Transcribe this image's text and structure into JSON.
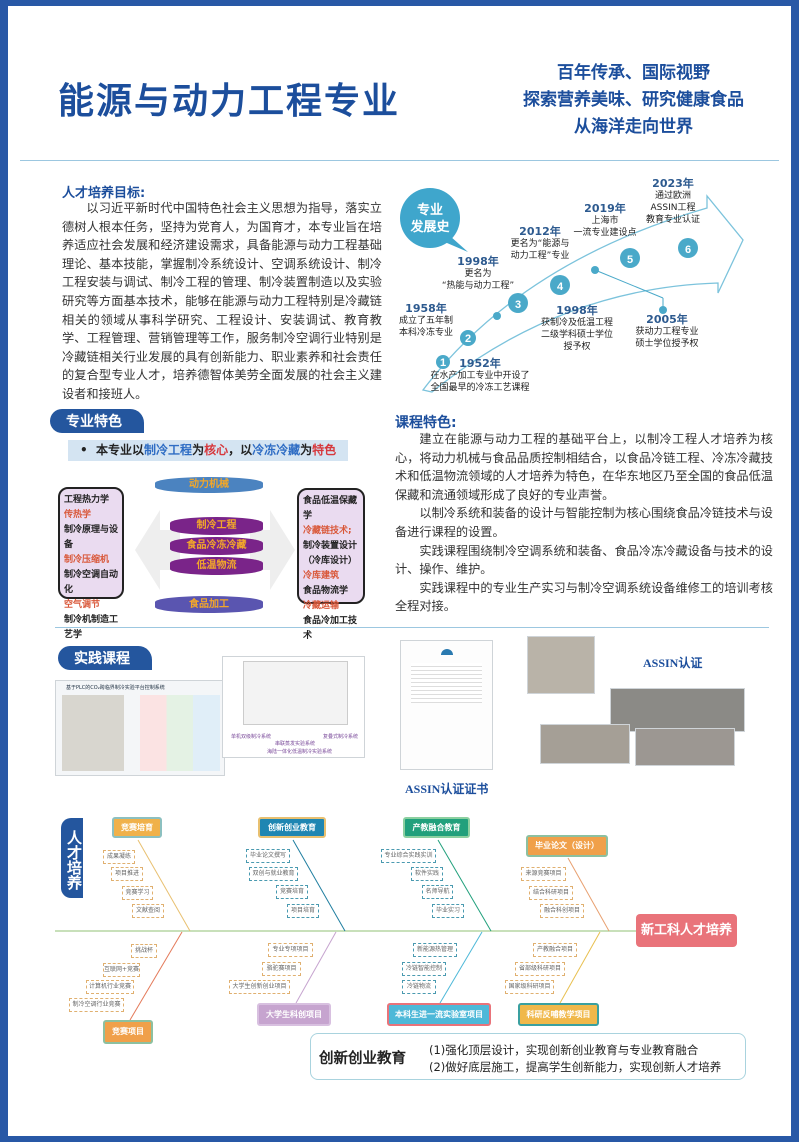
{
  "header": {
    "title": "能源与动力工程专业",
    "slogans": [
      "百年传承、国际视野",
      "探索营养美味、研究健康食品",
      "从海洋走向世界"
    ]
  },
  "goal": {
    "heading": "人才培养目标:",
    "text": "以习近平新时代中国特色社会主义思想为指导，落实立德树人根本任务，坚持为党育人，为国育才，本专业旨在培养适应社会发展和经济建设需求，具备能源与动力工程基础理论、基本技能，掌握制冷系统设计、空调系统设计、制冷工程安装与调试、制冷工程的管理、制冷装置制造以及实验研究等方面基本技术，能够在能源与动力工程特别是冷藏链相关的领域从事科学研究、工程设计、安装调试、教育教学、工程管理、营销管理等工作，服务制冷空调行业特别是冷藏链相关行业发展的具有创新能力、职业素养和社会责任的复合型专业人才，培养德智体美劳全面发展的社会主义建设者和接班人。"
  },
  "history": {
    "bubble": [
      "专业",
      "发展史"
    ],
    "numbers": [
      "1",
      "2",
      "3",
      "4",
      "5",
      "6"
    ],
    "events": [
      {
        "year": "1952年",
        "lines": [
          "在水产加工专业中开设了",
          "全国最早的冷冻工艺课程"
        ]
      },
      {
        "year": "1958年",
        "lines": [
          "成立了五年制",
          "本科冷冻专业"
        ]
      },
      {
        "year": "1998年",
        "lines": [
          "更名为",
          "“热能与动力工程”"
        ]
      },
      {
        "year": "1998年",
        "lines": [
          "获制冷及低温工程",
          "二级学科硕士学位",
          "授予权"
        ]
      },
      {
        "year": "2012年",
        "lines": [
          "更名为“能源与",
          "动力工程”专业"
        ]
      },
      {
        "year": "2019年",
        "lines": [
          "上海市",
          "一流专业建设点"
        ]
      },
      {
        "year": "2005年",
        "lines": [
          "获动力工程专业",
          "硕士学位授予权"
        ]
      },
      {
        "year": "2023年",
        "lines": [
          "通过欧洲",
          "ASSIN工程",
          "教育专业认证"
        ]
      }
    ]
  },
  "features": {
    "tag": "专业特色",
    "banner": {
      "bullet": "•",
      "p1": "本专业以",
      "p2": "制冷工程",
      "p3": "为",
      "p4": "核心",
      "p5": "，以",
      "p6": "冷冻冷藏",
      "p7": "为",
      "p8": "特色"
    },
    "left": [
      "工程热力学",
      "传热学",
      "制冷原理与设备",
      "制冷压缩机",
      "制冷空调自动化",
      "空气调节",
      "制冷机制造工艺学"
    ],
    "right": [
      "食品低温保藏学",
      "冷藏链技术;",
      "制冷装置设计（冷库设计）",
      "冷库建筑",
      "食品物流学",
      "冷藏运输",
      "食品冷加工技术"
    ],
    "top": "动力机械",
    "center": [
      "制冷工程",
      "食品冷冻冷藏",
      "低温物流"
    ],
    "bottom": "食品加工"
  },
  "course": {
    "heading": "课程特色:",
    "paras": [
      "建立在能源与动力工程的基础平台上，以制冷工程人才培养为核心，将动力机械与食品品质控制相结合，以食品冷链工程、冷冻冷藏技术和低温物流领域的人才培养为特色，在华东地区乃至全国的食品低温保藏和流通领域形成了良好的专业声誉。",
      "以制冷系统和装备的设计与智能控制为核心围绕食品冷链技术与设备进行课程的设置。",
      "实践课程围绕制冷空调系统和装备、食品冷冻冷藏设备与技术的设计、操作、维护。",
      "实践课程中的专业生产实习与制冷空调系统设备维修工的培训考核全程对接。"
    ]
  },
  "practice": {
    "tag": "实践课程",
    "img1_title": "基于PLC的CO₂跨临界制冷实验平台控制系统",
    "img2_labels": [
      "单机双级制冷系统",
      "串联蒸发实验系统",
      "复叠式制冷系统",
      "海陆一体化低温制冷实验系统"
    ],
    "cert_caption": "ASSIN认证证书",
    "photos_caption": "ASSIN认证"
  },
  "talent": {
    "label": "人才培养",
    "goal": "新工科人才培养",
    "branches": [
      {
        "name": "竞赛培育",
        "items": [
          "成果凝练",
          "项目推进",
          "竞赛学习",
          "文献查阅"
        ]
      },
      {
        "name": "创新创业教育",
        "items": [
          "毕业论文撰写",
          "双创与就业教育",
          "竞赛培育",
          "项目培育"
        ]
      },
      {
        "name": "产教融合教育",
        "items": [
          "专业综合实践实训",
          "软件实践",
          "名师导航",
          "毕业实习"
        ]
      },
      {
        "name": "毕业论文（设计）",
        "items": [
          "来源竞赛项目",
          "结合科研项目",
          "融合科创项目"
        ]
      },
      {
        "name": "竞赛项目",
        "items": [
          "挑战杯",
          "互联网+竞赛",
          "计算机行业竞赛",
          "制冷空调行业竞赛"
        ]
      },
      {
        "name": "大学生科创项目",
        "items": [
          "专业专项项目",
          "骆驼赛项目",
          "大学生创新创业项目"
        ]
      },
      {
        "name": "本科生进一流实验室项目",
        "items": [
          "新能源热管理",
          "冷链智能控制",
          "冷链物流"
        ]
      },
      {
        "name": "科研反哺教学项目",
        "items": [
          "产教融合项目",
          "省部级科研项目",
          "国家级科研项目"
        ]
      }
    ]
  },
  "innovation": {
    "title": "创新创业教育",
    "lines": [
      "(1)强化顶层设计，实现创新创业教育与专业教育融合",
      "(2)做好底层施工，提高学生创新能力，实现创新人才培养"
    ]
  },
  "colors": {
    "brand": "#1c4e9c",
    "accent": "#2858a6"
  }
}
